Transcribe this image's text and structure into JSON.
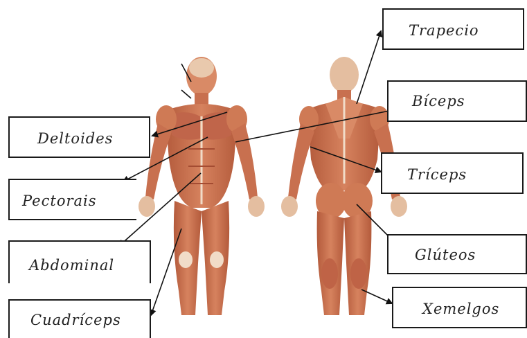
{
  "diagram": {
    "labels": [
      {
        "id": "trapecio",
        "text": "Trapecio"
      },
      {
        "id": "biceps",
        "text": "Bíceps"
      },
      {
        "id": "triceps",
        "text": "Tríceps"
      },
      {
        "id": "gluteos",
        "text": "Glúteos"
      },
      {
        "id": "xemelgos",
        "text": "Xemelgos"
      },
      {
        "id": "deltoides",
        "text": "Deltoides"
      },
      {
        "id": "pectorais",
        "text": "Pectorais"
      },
      {
        "id": "abdominal",
        "text": "Abdominal"
      },
      {
        "id": "cuadriceps",
        "text": "Cuadríceps"
      }
    ],
    "colors": {
      "muscle": "#c8704f",
      "muscle_dark": "#a44c32",
      "tendon": "#f1dcc8",
      "skin": "#eecfb4",
      "line": "#111111"
    }
  }
}
